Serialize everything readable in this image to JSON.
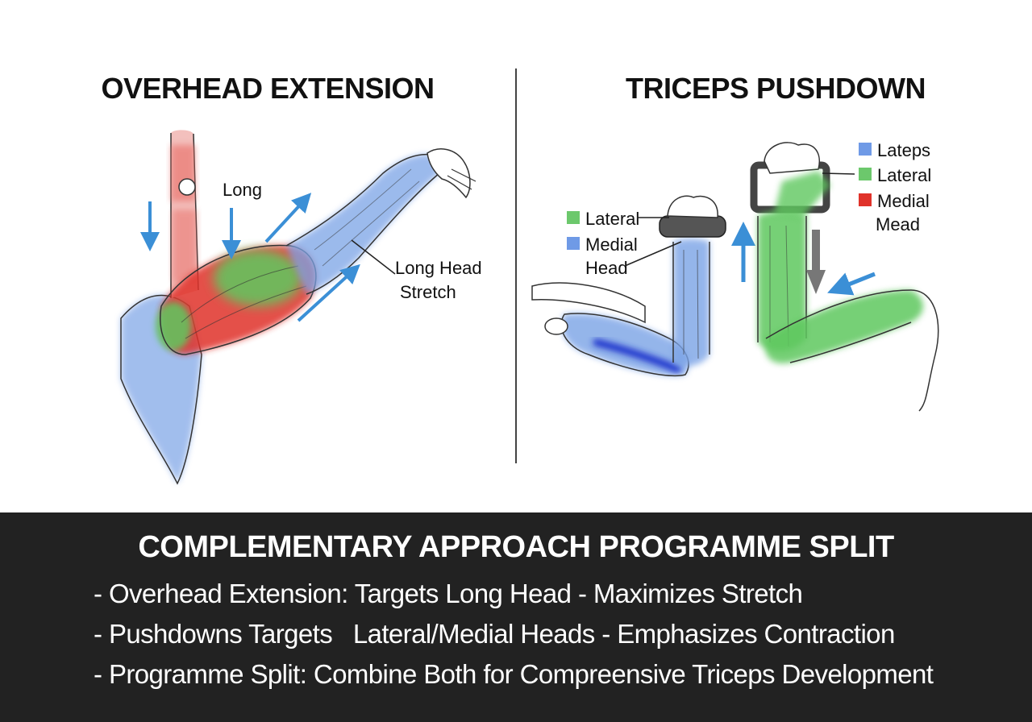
{
  "panels": {
    "left": {
      "title": "OVERHEAD EXTENSION",
      "labels": {
        "long": "Long",
        "stretch_line1": "Long Head",
        "stretch_line2": "Stretch"
      }
    },
    "right": {
      "title": "TRICEPS PUSHDOWN",
      "left_legend": [
        {
          "text": "Lateral",
          "color": "#6cc86c"
        },
        {
          "text": "Medial",
          "color": "#6f9ae6"
        },
        {
          "text": "Head",
          "color": null
        }
      ],
      "right_legend": [
        {
          "text": "Lateps",
          "color": "#6f9ae6"
        },
        {
          "text": "Lateral",
          "color": "#6cc86c"
        },
        {
          "text": "Medial",
          "color": "#e0322a"
        },
        {
          "text": "Mead",
          "color": null
        }
      ]
    }
  },
  "colors": {
    "long_head_red": "#e0322a",
    "lateral_green": "#5fc85f",
    "medial_blue": "#6f9ae6",
    "arrow_blue": "#3b8fd6",
    "summary_bg": "#222222"
  },
  "summary": {
    "title": "COMPLEMENTARY APPROACH PROGRAMME SPLIT",
    "points": [
      "- Overhead Extension: Targets Long Head - Maximizes Stretch",
      "- Pushdowns Targets   Lateral/Medial Heads - Emphasizes Contraction",
      "- Programme Split: Combine Both for Compreensive Triceps Development"
    ]
  }
}
